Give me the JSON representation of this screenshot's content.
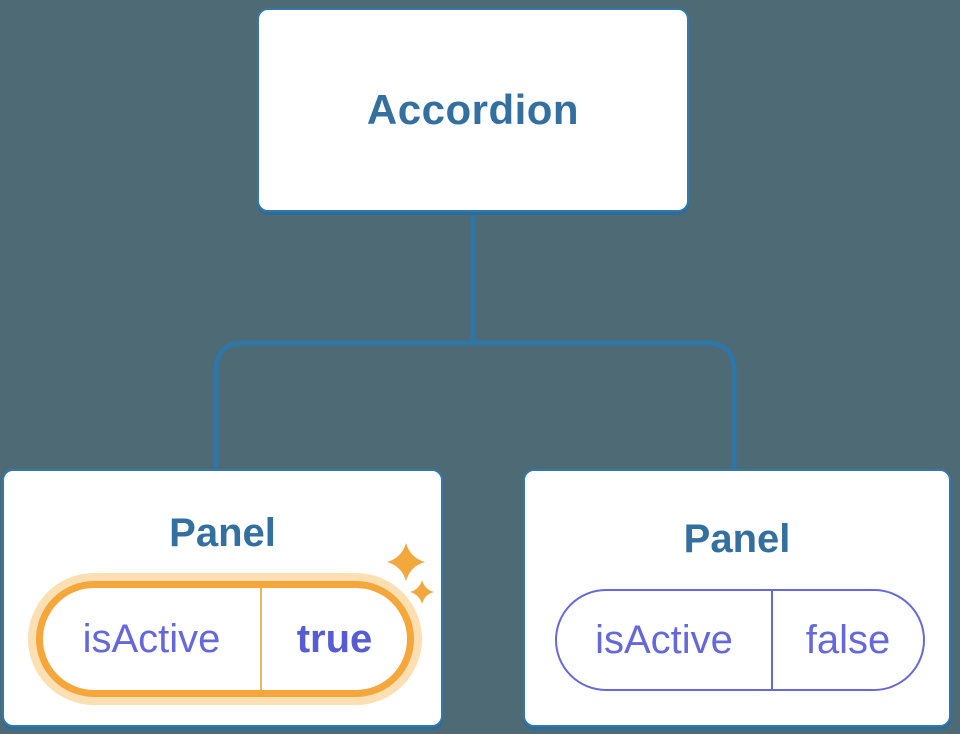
{
  "diagram": {
    "root": {
      "label": "Accordion"
    },
    "panels": [
      {
        "title": "Panel",
        "prop_name": "isActive",
        "prop_value": "true",
        "active": true
      },
      {
        "title": "Panel",
        "prop_name": "isActive",
        "prop_value": "false",
        "active": false
      }
    ]
  },
  "icons": {
    "sparkles": "sparkles-icon"
  },
  "colors": {
    "background": "#4d6a75",
    "connector_blue": "#2e76a6",
    "node_border_blue": "#3478aa",
    "node_shadow_blue": "#2d6b99",
    "title_blue": "#33709f",
    "prop_purple": "#6468da",
    "prop_value_purple": "#585cd3",
    "active_orange": "#f6a73c",
    "active_halo_orange": "#fcdfb2",
    "sparkle_orange": "#f3a83d"
  }
}
